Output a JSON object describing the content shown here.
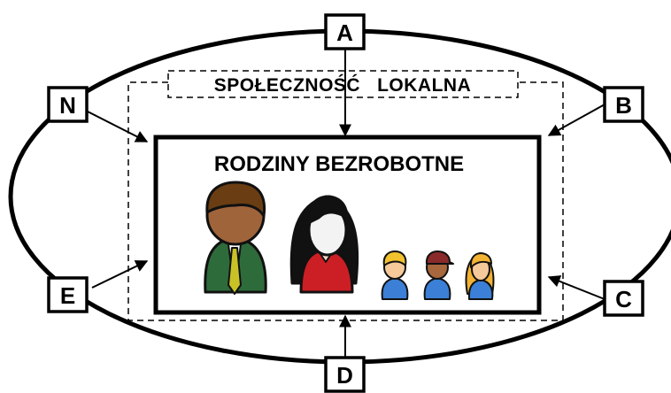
{
  "community_label": "SPOŁECZNOŚĆ   LOKALNA",
  "families_label": "RODZINY BEZROBOTNE",
  "nodes": {
    "A": "A",
    "B": "B",
    "C": "C",
    "D": "D",
    "E": "E",
    "N": "N"
  },
  "icons": [
    "man-icon",
    "woman-icon",
    "boy-icon",
    "boy-cap-icon",
    "girl-icon"
  ],
  "colors": {
    "man_suit": "#2e6b3a",
    "man_hair": "#6b3d12",
    "tie": "#c9c227",
    "woman_top": "#cc1f25",
    "child_shirt": "#3b7fd6",
    "child_blonde": "#f2c22e",
    "child_cap": "#8a2a2a"
  }
}
